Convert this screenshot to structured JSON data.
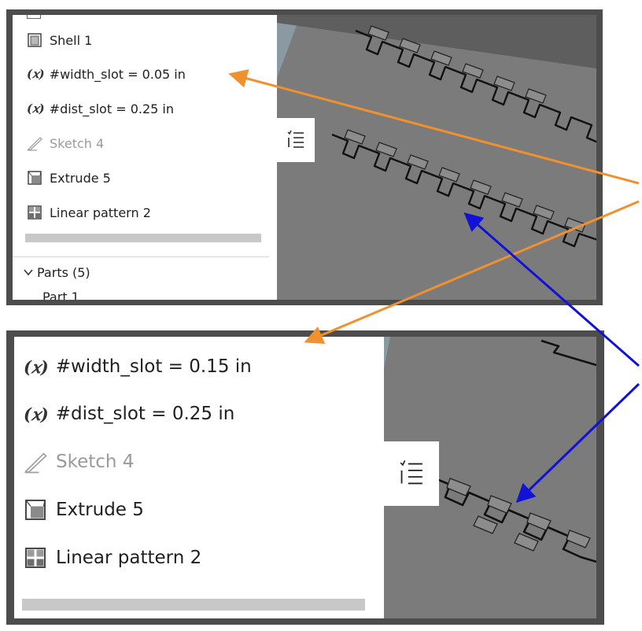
{
  "top_tree": {
    "items": [
      {
        "label": "Shell 1",
        "icon": "shell-icon"
      },
      {
        "label": "#width_slot = 0.05 in",
        "icon": "variable-icon",
        "prefix": "(𝑥)"
      },
      {
        "label": "#dist_slot = 0.25 in",
        "icon": "variable-icon",
        "prefix": "(𝑥)"
      },
      {
        "label": "Sketch 4",
        "icon": "sketch-icon"
      },
      {
        "label": "Extrude 5",
        "icon": "extrude-icon"
      },
      {
        "label": "Linear pattern 2",
        "icon": "linear-pattern-icon"
      }
    ],
    "parts_header": "Parts (5)",
    "parts_first": "Part 1"
  },
  "bottom_tree": {
    "items": [
      {
        "label": "#width_slot = 0.15 in",
        "icon": "variable-icon",
        "prefix": "(𝑥)"
      },
      {
        "label": "#dist_slot = 0.25 in",
        "icon": "variable-icon",
        "prefix": "(𝑥)"
      },
      {
        "label": "Sketch 4",
        "icon": "sketch-icon"
      },
      {
        "label": "Extrude 5",
        "icon": "extrude-icon"
      },
      {
        "label": "Linear pattern 2",
        "icon": "linear-pattern-icon"
      }
    ]
  },
  "colors": {
    "frame": "#4d4d4d",
    "viewport": "#7b7b7b",
    "orange_arrow": "#f0912f",
    "blue_arrow": "#1212d6",
    "scrollbar": "#c8c8c8"
  }
}
